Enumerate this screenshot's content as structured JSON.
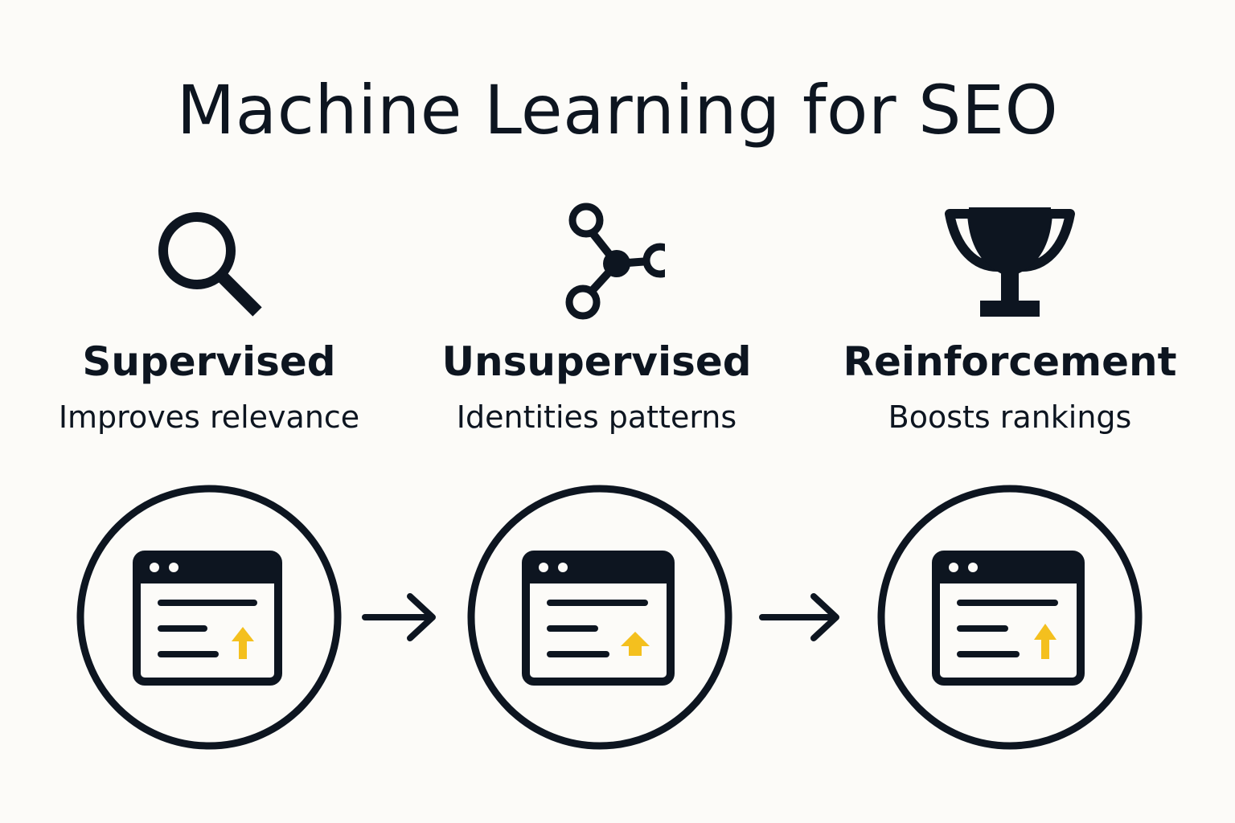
{
  "title": "Machine Learning for SEO",
  "colors": {
    "ink": "#0d1520",
    "accent": "#f4c01e",
    "background": "#fcfbf8"
  },
  "methods": [
    {
      "name": "Supervised",
      "description": "Improves relevance",
      "icon": "magnifier-icon"
    },
    {
      "name": "Unsupervised",
      "description": "Identities patterns",
      "icon": "network-nodes-icon"
    },
    {
      "name": "Reinforcement",
      "description": "Boosts rankings",
      "icon": "trophy-icon"
    }
  ],
  "flow": [
    {
      "icon": "browser-window-icon",
      "indicator": "up-arrow-icon"
    },
    {
      "icon": "browser-window-icon",
      "indicator": "up-arrow-icon"
    },
    {
      "icon": "browser-window-icon",
      "indicator": "up-arrow-icon"
    }
  ]
}
